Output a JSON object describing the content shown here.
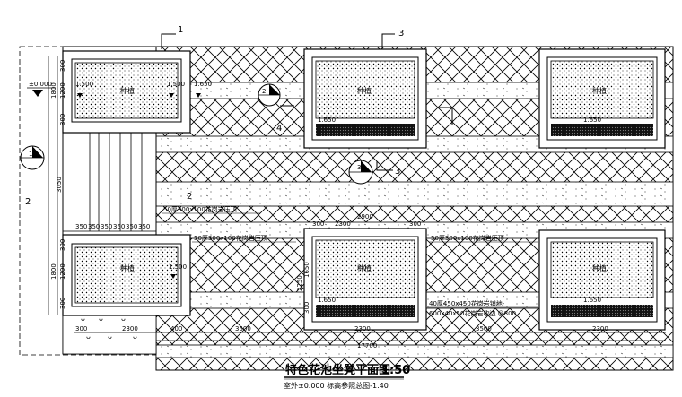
{
  "drawing": {
    "title": "特色花池坐凳平面图",
    "scale": "1:50",
    "subtitle": "室外±0.000 标高参照总图-1.40"
  },
  "callouts": {
    "c1": "1",
    "c2": "2",
    "c3": "3",
    "c4": "4"
  },
  "elevation_marker": "±0.000",
  "left_dims": [
    "300",
    "1800",
    "1200",
    "300",
    "3050",
    "300",
    "1800",
    "1200",
    "300"
  ],
  "column_dims": [
    "350",
    "350",
    "350",
    "350",
    "350",
    "350"
  ],
  "bottom_dims": [
    "300",
    "2300",
    "400",
    "3500",
    "2300",
    "3500",
    "2300"
  ],
  "total_dim": "17700",
  "planters": [
    {
      "elev": "1.500",
      "label": "种植"
    },
    {
      "elev": "1.650",
      "label": "种植"
    },
    {
      "elev": "1.650",
      "label": "种植"
    },
    {
      "elev": "1.500",
      "label": "种植"
    },
    {
      "elev": "1.650",
      "label": "种植"
    },
    {
      "elev": "1.650",
      "label": "种植"
    }
  ],
  "planter_dims": {
    "outer": "2900",
    "inner": "2300",
    "side": "300",
    "h1": "2250",
    "h2": "1650",
    "h3": "300"
  },
  "extra_elevs": {
    "e1": "1.500",
    "e2": "1.650"
  },
  "notes": {
    "n1": "50厚300x100花岗岩压顶",
    "n2": "50厚300x100花岗岩压顶",
    "n3": "50厚300x100花岗岩压顶",
    "n4": "40厚450x450花岗岩铺地",
    "n5": "600x40x50花岗岩收边 @800"
  },
  "section_marks": {
    "s1": "1",
    "s2": "2",
    "s3": "3"
  }
}
